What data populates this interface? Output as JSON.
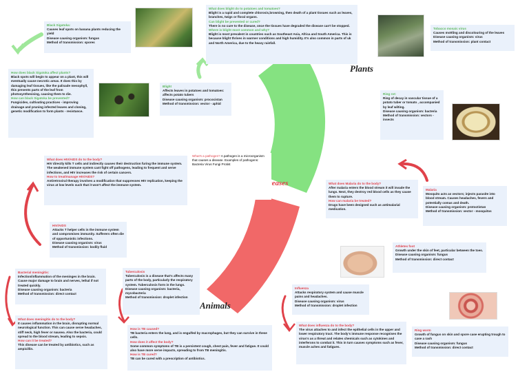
{
  "center": {
    "title": "Communicable diseases",
    "heading": "What's a pathogen?",
    "text": "A pathogen is a microorganism that causes  a disease.\nExamples of pathogens:\nBacteria\nVirus\nFungi\nProtist"
  },
  "branches": {
    "plants": "Plants",
    "animals": "Animals"
  },
  "colors": {
    "plants": "#7ee07a",
    "animals": "#f06060",
    "box": "#eaf1fb",
    "plant_heading": "#5cb85c",
    "animal_heading": "#e0424a"
  },
  "plants": {
    "black_sigatoka": {
      "title": "Black Sigatoka:",
      "text": "Causes leaf spots on banana plants reducing the yield\nDisease causing organism: fungus\nMethod of transmission: spores"
    },
    "black_sigatoka_q": {
      "q1": "How does black Sigatoka affect plants?",
      "a1": "Black spots will begin to appear on a plant, this will eventually cause necrotic areas. It does this by damaging leaf tissues, like the palisade mesophyll, this prevents parts of the leaf from photosynthesising, causing them to die.",
      "q2": "How can black Sigatoka be prevented?",
      "a2": "Fungicides, cultivating practices - improving drainage and pruning infected leaves and cloning, genetic modification to form plants - resistance."
    },
    "blight": {
      "title": "Blight",
      "text": "Affects leaves in potatoes and tomatoes: affects potato tubers\nDisease causing organism: prococistan\nMethod of transmission: vector - aphid"
    },
    "blight_q": {
      "q1": "What does blight do to potatoes and tomatoes?",
      "a1": "Blight is a rapid and complete chlorosis,browning, then death of a plant tissues such as leaves, branches, twigs or floral organs.",
      "q2": "Can blight be prevented or cured?",
      "a2": "There is no cure to the disease, once the tissues have degraded the disease can't be stopped.",
      "q3": "Where is blight most common and why?",
      "a3": "Blight is most prevalent in countries such as Southeast Asia, Africa and South America. This is because blight thrives in warmer conditions and high humidity. It's also common in parts of uk and North America, due to the heavy rainfall."
    },
    "tobacco": {
      "title": "Tobacco mosaic virus",
      "text": "Causes mottling and discolouring of the leaves\nDisease causing organism: virus\nMethod of transmission: plant contact"
    },
    "ring_rot": {
      "title": "Ring rot:",
      "text": "Ring of decay in vascular tissue of a potato tuber or tomato , accompanied by leaf wilting.\nDisease causing organism: bacteria\nMethod of transmission: vectors - insects"
    }
  },
  "animals": {
    "hiv_q": {
      "q1": "What does HIV/AIDS do to the body?",
      "a1": "HIV directly kills T cells and indirectly causes their destruction furing the immune system. The weakened immune system cant fight off pathogens, leading to frequent and serve infections, and HIV increases the risk of certain cancers.",
      "q2": "How to treat/manage HIV/AIDS?",
      "a2": "Antiretroviral therapy involves a modification that suppresses HIV replication, keeping the virus at low levels such that it won't affect the immune system."
    },
    "hiv": {
      "title": "HIV/AIDS",
      "text": "Attacks T helper cells in the immune system and compromises immunity. Sufferers often die of opportunistic infections.\nDisease causing organism: virus\nMethod of transmission: bodily fluid"
    },
    "malaria_q": {
      "q1": "What does Malaria do to the body?",
      "a1": "After malaria enters the blood stream it will invade the lungs. Next, they destroy red blood cells as they cause them to rupture.",
      "q2": "How can malaria be treated?",
      "a2": "Drugs have been designed such as antimalarial medication."
    },
    "malaria": {
      "title": "Malaria",
      "text": "Mosquito acts as vectors; injects parasite into blood stream. Causes headaches, fevers and potentially comas and death.\nDisease causing organism: protoctistan\nMethod of transmission: vector - mosquitos"
    },
    "athletes_foot": {
      "title": "Athletes foot",
      "text": "Growth under the skin of feet, particular between the toes.\nDisease causing organism: fungus\nMethod of transmission: direct contact"
    },
    "meningitis": {
      "title": "Bacterial meningitis:",
      "text": "Infection/inflammation of the meninges in the brain. Cause major damage to brain and nerves, lethal if not treated quickly.\nDisease causing organism: bacteria\nMethod of transmission: direct contact"
    },
    "meningitis_q": {
      "q1": "What does meningitis do to the body?",
      "a1": "It causes inflammation in the brain, disrupting normal neurological function. This can cause serve headaches, stiff neck, high fever or nausea. Also the bacteria, could spread to the blood stream, leading to sepsis.",
      "q2": "How can it be treated?",
      "a2": "This disease can be treated by antibiotics, such as ampicillin."
    },
    "tb": {
      "title": "Tuberculosis",
      "text": "Tuberculosis is a disease that's affects many parts of the body, particularly the respiratory system. Tuberculosis form in the lungs.\nDisease causing organism: bacteria, mycobacteria\nMethod of transmission: droplet infection"
    },
    "tb_q": {
      "q1": "How is TB caused?",
      "a1": "TB bacteria enters the lung, and is engulfed by macrophages, but they can survive in these cells.",
      "q2": "How does it affect the body?",
      "a2": "Some common symptoms of TB is a persistent cough, chest pain, fever and fatigue. It could also have more serve impacts, spreading to from TB meningitis.",
      "q3": "How is TB cured?",
      "a3": "TB can be cured with a prescription of antibiotics."
    },
    "influenza": {
      "title": "Influenza",
      "text": "Attacks respiratory system and cause muscle pains and headaches.\nDisease causing organism: virus\nMethod of transmission: droplet infection"
    },
    "influenza_q": {
      "q1": "What does influenza do to the body?",
      "a1": "The virus attaches to and infect the epithelial cells in the upper and lower respiratory tract. The body's immune response recognises the virus's as a threat and relates chemicals such as cytokines and interferons to combat it. This in turn causes symptoms such as fever, muscle aches and fatigues."
    },
    "ringworm": {
      "title": "Ring worm",
      "text": "Growth of fungus on skin and spore case erupting trough to case a rash\nDisease causing organism: fungus\nMethod of transmission: direct contact"
    }
  }
}
